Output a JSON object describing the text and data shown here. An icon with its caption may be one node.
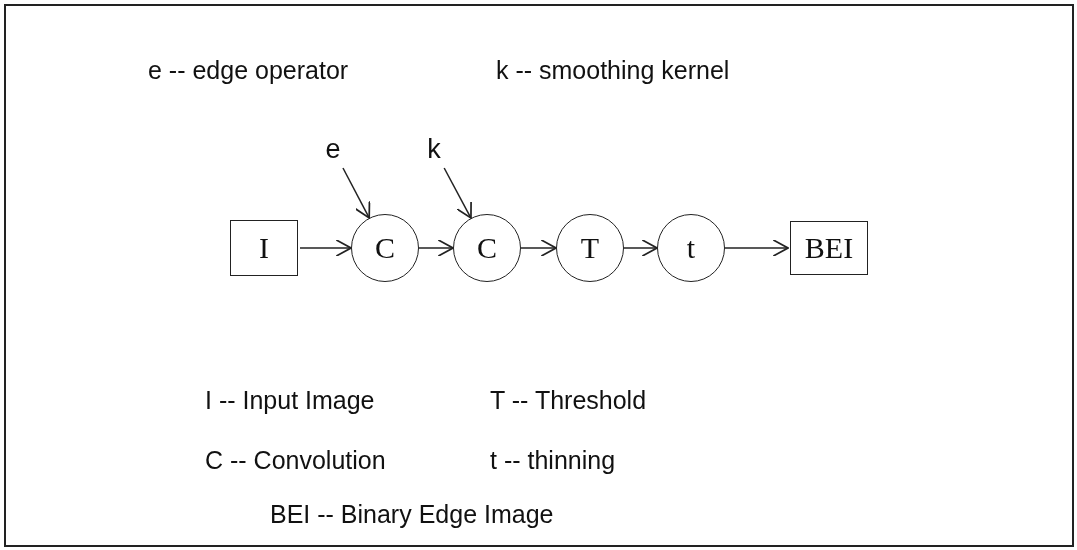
{
  "diagram": {
    "nodes": [
      {
        "text": [
          "e"
        ]
      },
      {
        "text": [
          "k"
        ]
      },
      {
        "text": [
          "I"
        ]
      },
      {
        "text": [
          "C"
        ]
      },
      {
        "text": [
          "C"
        ]
      },
      {
        "text": [
          "T"
        ]
      },
      {
        "text": [
          "t"
        ]
      },
      {
        "text": [
          "BEI"
        ]
      }
    ],
    "edges": [
      {
        "from": 0,
        "to": 3,
        "arrow": "to"
      },
      {
        "from": 1,
        "to": 4,
        "arrow": "to"
      },
      {
        "from": 2,
        "to": 3,
        "arrow": "to"
      },
      {
        "from": 3,
        "to": 4,
        "arrow": "to"
      },
      {
        "from": 4,
        "to": 5,
        "arrow": "to"
      },
      {
        "from": 5,
        "to": 6,
        "arrow": "to"
      },
      {
        "from": 6,
        "to": 7,
        "arrow": "to"
      }
    ],
    "labels": [
      "e -- edge operator",
      "k -- smoothing kernel",
      "I -- Input Image",
      "T -- Threshold",
      "C -- Convolution",
      "t -- thinning",
      "BEI -- Binary Edge Image"
    ]
  }
}
